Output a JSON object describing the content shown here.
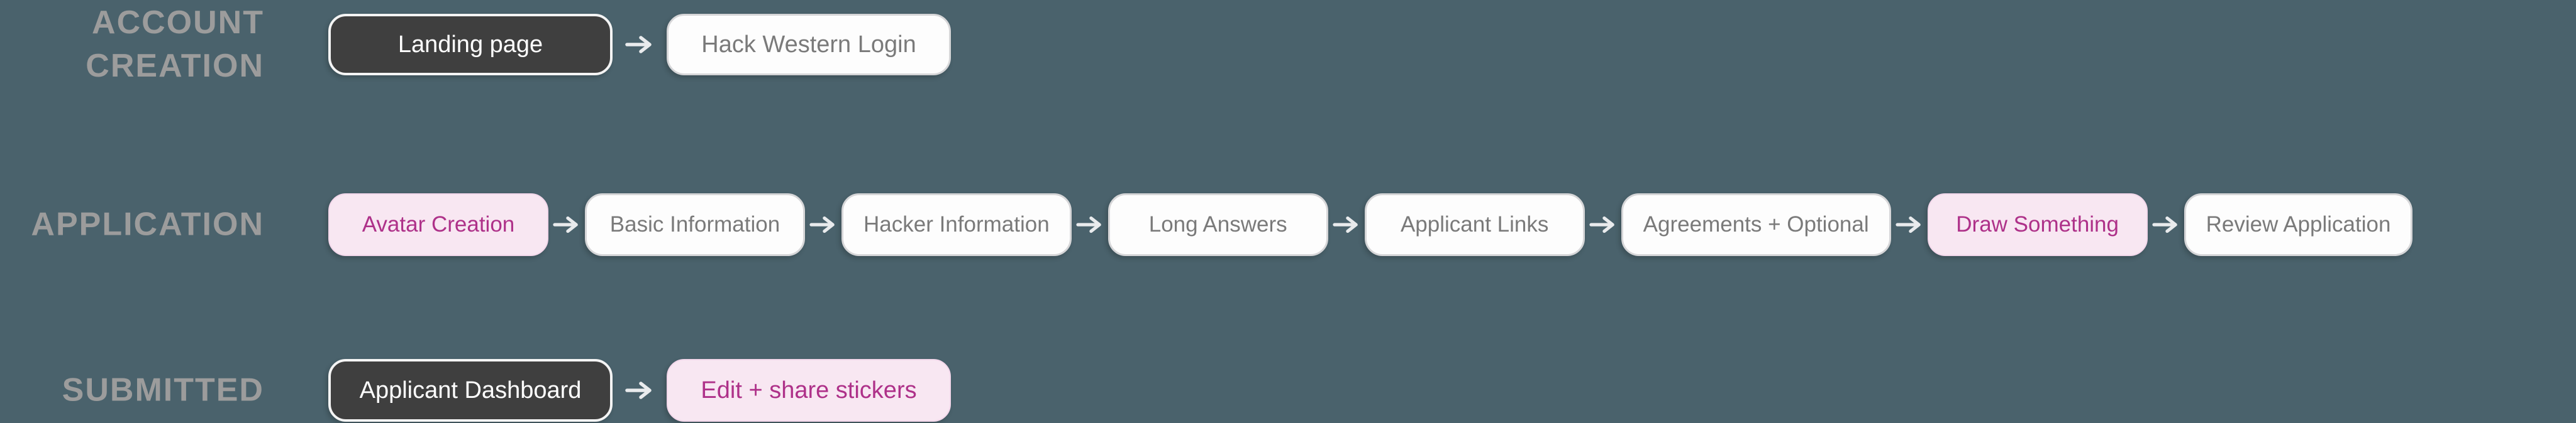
{
  "title": "Application flow diagram",
  "colors": {
    "background": "#4a626c",
    "section_label": "#9c9c9c",
    "node_dark_bg": "#3f3f3f",
    "node_dark_border": "#f4f4f4",
    "node_dark_text": "#ffffff",
    "node_light_bg": "#fdfdfd",
    "node_light_border": "#d6d6d8",
    "node_light_text": "#7a7a7a",
    "node_pink_bg": "#f8e7f2",
    "node_pink_text": "#ae3189",
    "arrow": "#e9ebed"
  },
  "icons": {
    "connector": "arrow-right-icon"
  },
  "rows": [
    {
      "id": "account-creation",
      "label": "ACCOUNT\nCREATION",
      "nodes": [
        {
          "label": "Landing page",
          "variant": "dark"
        },
        {
          "label": "Hack Western Login",
          "variant": "light"
        }
      ]
    },
    {
      "id": "application",
      "label": "APPLICATION",
      "nodes": [
        {
          "label": "Avatar Creation",
          "variant": "pink"
        },
        {
          "label": "Basic Information",
          "variant": "light"
        },
        {
          "label": "Hacker Information",
          "variant": "light"
        },
        {
          "label": "Long Answers",
          "variant": "light"
        },
        {
          "label": "Applicant Links",
          "variant": "light"
        },
        {
          "label": "Agreements + Optional",
          "variant": "light"
        },
        {
          "label": "Draw Something",
          "variant": "pink"
        },
        {
          "label": "Review Application",
          "variant": "light"
        }
      ]
    },
    {
      "id": "submitted",
      "label": "SUBMITTED",
      "nodes": [
        {
          "label": "Applicant Dashboard",
          "variant": "dark"
        },
        {
          "label": "Edit + share stickers",
          "variant": "pink"
        }
      ]
    }
  ]
}
